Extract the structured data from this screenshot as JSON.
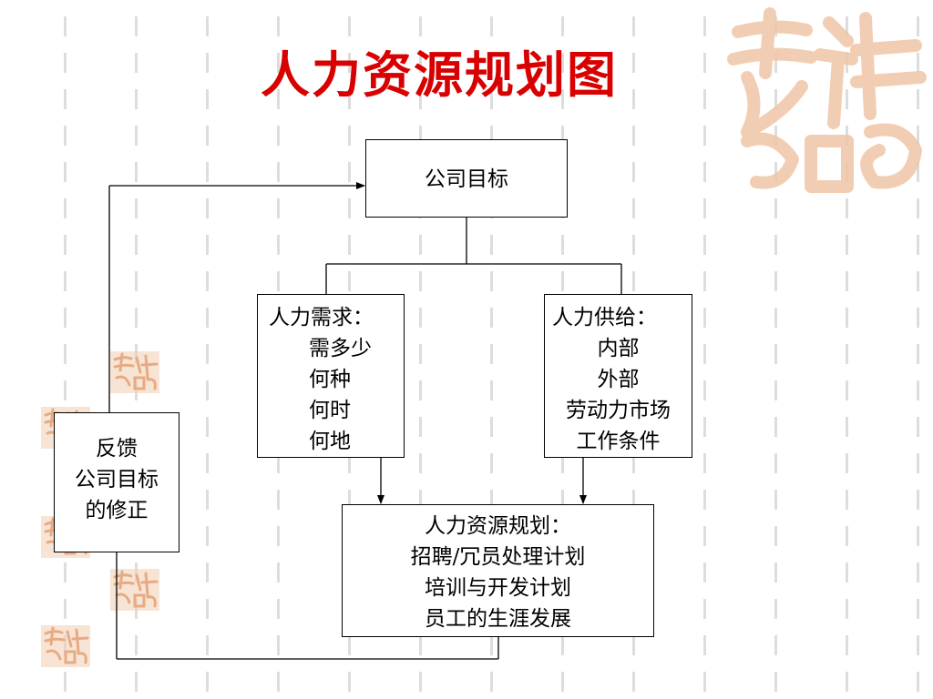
{
  "title": "人力资源规划图",
  "nodes": {
    "goal": {
      "text": "公司目标"
    },
    "demand": {
      "heading": "人力需求：",
      "items": [
        "需多少",
        "何种",
        "何时",
        "何地"
      ]
    },
    "supply": {
      "heading": "人力供给：",
      "items": [
        "内部",
        "外部",
        "劳动力市场",
        "工作条件"
      ]
    },
    "plan": {
      "heading": "人力资源规划：",
      "items": [
        "招聘/冗员处理计划",
        "培训与开发计划",
        "员工的生涯发展"
      ]
    },
    "feedback": {
      "items": [
        "反馈",
        "公司目标",
        "的修正"
      ]
    }
  },
  "colors": {
    "title": "#d80000",
    "seal": "#eec0a0",
    "stripe": "#dddddd"
  },
  "icons": {
    "decoration": "auspicious-seal-icon"
  }
}
